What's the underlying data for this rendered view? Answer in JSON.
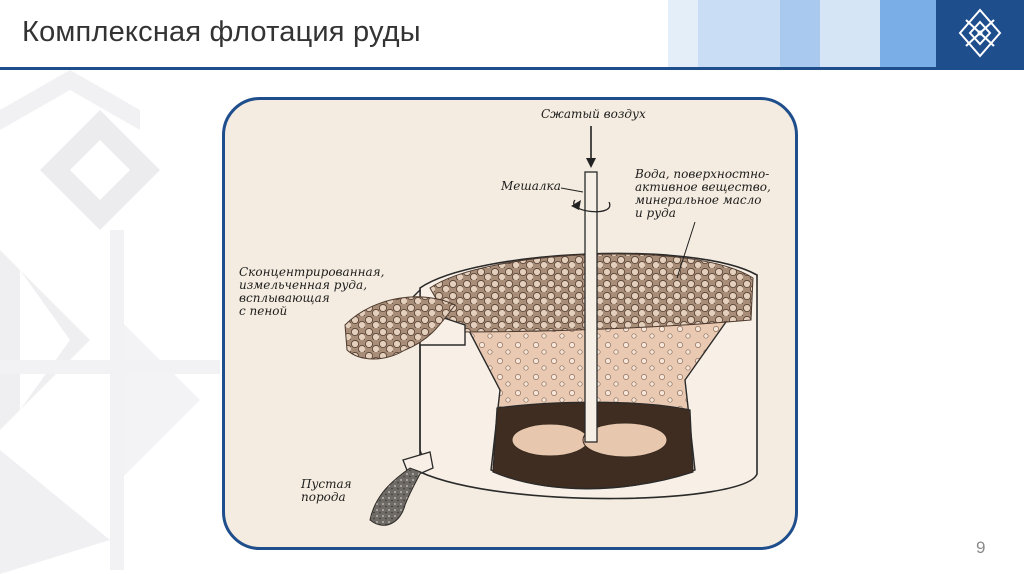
{
  "slide": {
    "title": "Комплексная флотация руды",
    "page_number": "9",
    "accent_color": "#1f4e8c"
  },
  "figure": {
    "labels": {
      "compressed_air": "Сжатый воздух",
      "stirrer": "Мешалка",
      "reagents": "Вода, поверхностно-\nактивное вещество,\nминеральное масло\nи руда",
      "concentrate": "Сконцентрированная,\nизмельченная руда,\nвсплывающая\nс пеной",
      "waste_rock": "Пустая\nпорода"
    }
  },
  "icons": {
    "logo": "mining-university-emblem-icon",
    "ornament": "snowflake-ornament-icon"
  }
}
